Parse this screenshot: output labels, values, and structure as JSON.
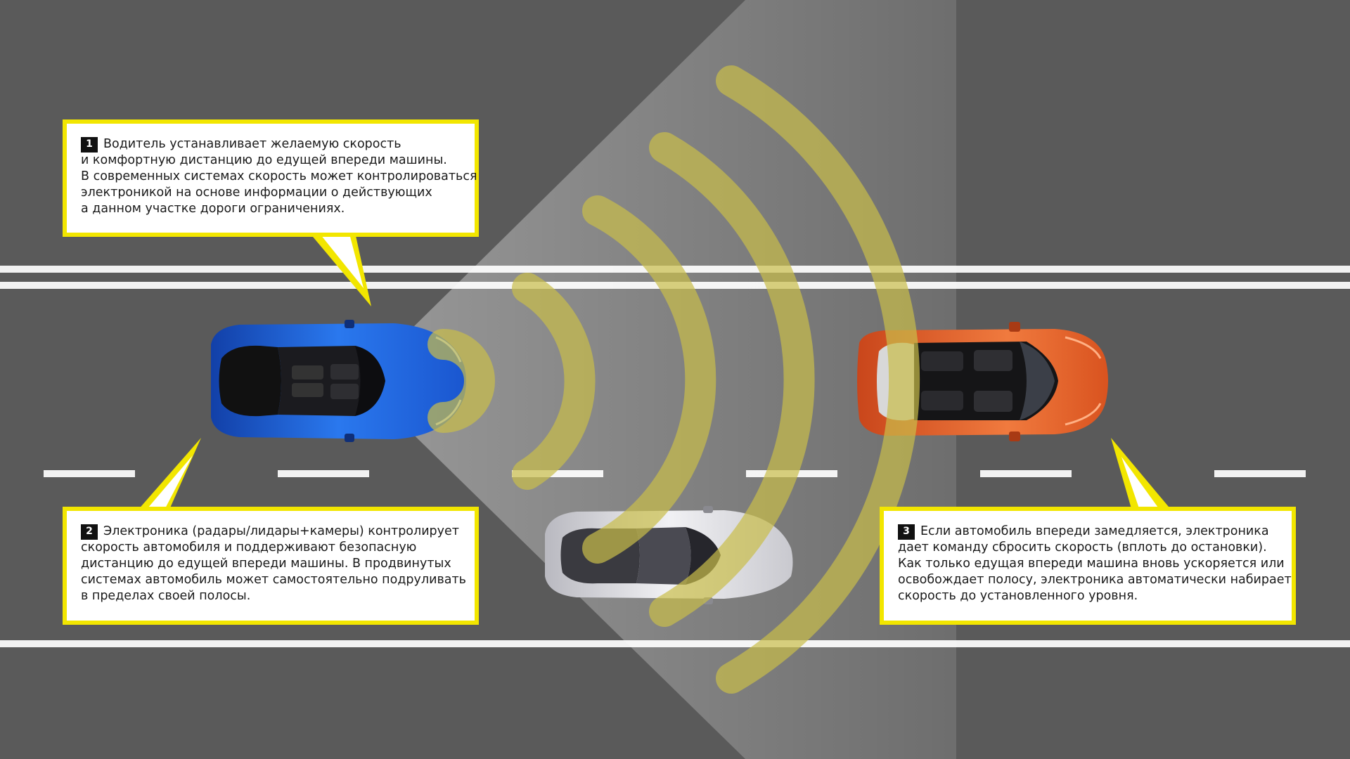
{
  "callouts": [
    {
      "number": "1",
      "lines": [
        "Водитель устанавливает желаемую скорость",
        "и комфортную дистанцию до едущей впереди машины.",
        "В современных системах скорость может контролироваться",
        "электроникой на основе информации о действующих",
        "а данном участке дороги ограничениях."
      ]
    },
    {
      "number": "2",
      "lines": [
        "Электроника (радары/лидары+камеры) контролирует",
        "скорость автомобиля и поддерживают безопасную",
        "дистанцию до едущей впереди машины. В продвинутых",
        "системах автомобиль может самостоятельно подруливать",
        "в пределах своей полосы."
      ]
    },
    {
      "number": "3",
      "lines": [
        "Если автомобиль впереди замедляется, электроника",
        "дает команду сбросить скорость (вплоть до остановки).",
        "Как только едущая впереди машина вновь ускоряется или",
        "освобождает полосу, электроника автоматически набирает",
        "скорость до установленного уровня."
      ]
    }
  ],
  "colors": {
    "road": "#5a5a5a",
    "lane_marking": "#f2f2f2",
    "callout_border": "#f2e600",
    "radar_wave": "#c9bd4a",
    "car_blue": "#1f5fd6",
    "car_orange": "#e8622a",
    "car_silver": "#d8d8dc"
  },
  "icons": [
    "blue-car-icon",
    "orange-car-icon",
    "silver-car-icon",
    "radar-waves-icon"
  ]
}
